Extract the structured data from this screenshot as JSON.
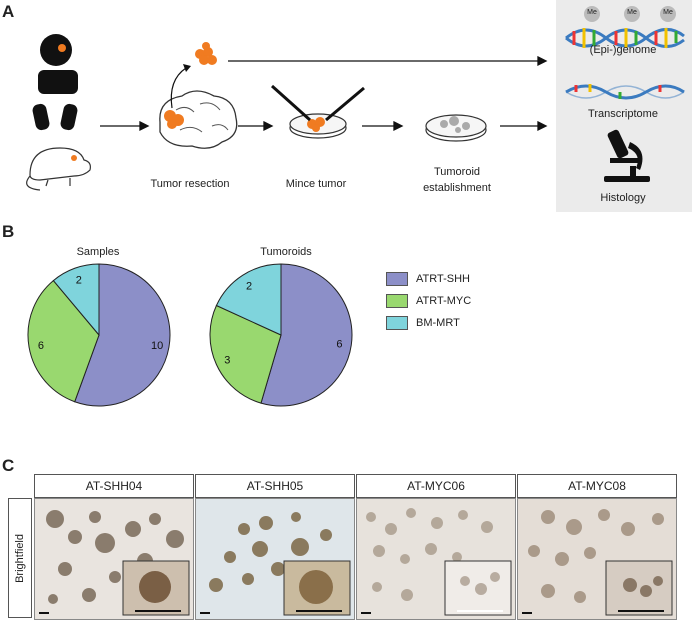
{
  "panels": {
    "a": "A",
    "b": "B",
    "c": "C"
  },
  "panel_a": {
    "steps": [
      "Tumor resection",
      "Mince tumor",
      "Tumoroid\nestablishment"
    ],
    "outputs": [
      "(Epi-)genome",
      "Transcriptome",
      "Histology"
    ],
    "methyl_label": "Me"
  },
  "panel_b": {
    "legend": [
      "ATRT-SHH",
      "ATRT-MYC",
      "BM-MRT"
    ],
    "colors": {
      "ATRT-SHH": "#8c8fc8",
      "ATRT-MYC": "#99d86f",
      "BM-MRT": "#7fd4dc"
    }
  },
  "chart_data": [
    {
      "type": "pie",
      "title": "Samples",
      "categories": [
        "ATRT-SHH",
        "ATRT-MYC",
        "BM-MRT"
      ],
      "values": [
        10,
        6,
        2
      ]
    },
    {
      "type": "pie",
      "title": "Tumoroids",
      "categories": [
        "ATRT-SHH",
        "ATRT-MYC",
        "BM-MRT"
      ],
      "values": [
        6,
        3,
        2
      ]
    }
  ],
  "panel_c": {
    "row_label": "Brightfield",
    "columns": [
      "AT-SHH04",
      "AT-SHH05",
      "AT-MYC06",
      "AT-MYC08"
    ]
  }
}
